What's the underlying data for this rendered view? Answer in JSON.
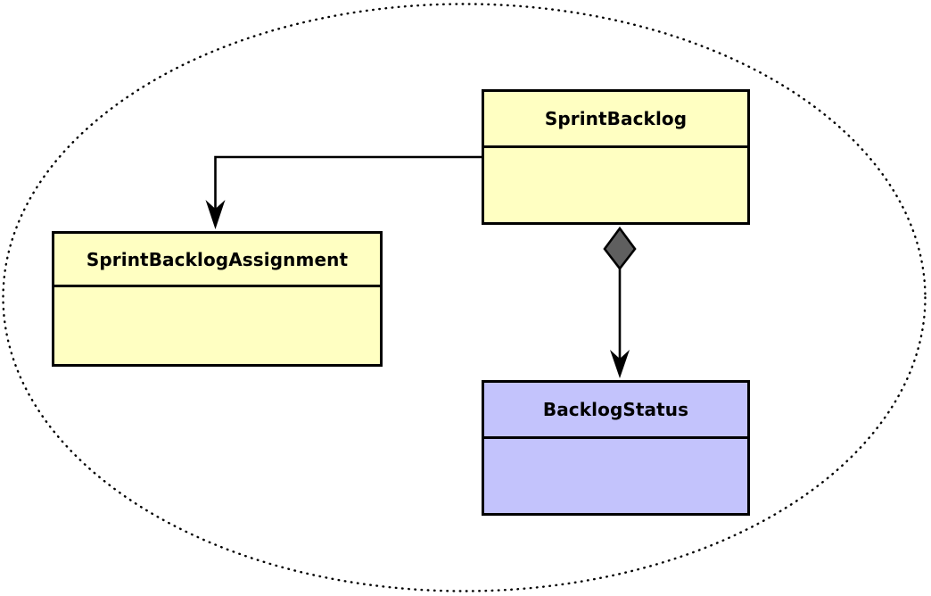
{
  "diagram": {
    "type": "uml-class-diagram",
    "title": "",
    "background_color": "#ffffff",
    "boundary": {
      "shape": "ellipse",
      "stroke_style": "dotted",
      "stroke_color": "#000000",
      "fill": "none",
      "label": ""
    },
    "colors": {
      "class_fill_yellow": "#ffffc2",
      "class_fill_purple": "#c3c3fc",
      "border": "#000000",
      "diamond_fill": "#5f5f5f",
      "edge_stroke": "#000000"
    },
    "classes": [
      {
        "id": "sprintbacklog",
        "name": "SprintBacklog",
        "fill": "#ffffc2",
        "attributes": [],
        "operations": []
      },
      {
        "id": "sprintbacklogassignment",
        "name": "SprintBacklogAssignment",
        "fill": "#ffffc2",
        "attributes": [],
        "operations": []
      },
      {
        "id": "backlogstatus",
        "name": "BacklogStatus",
        "fill": "#c3c3fc",
        "attributes": [],
        "operations": []
      }
    ],
    "relationships": [
      {
        "id": "edge-sprintbacklog-to-assignment",
        "from": "sprintbacklog",
        "to": "sprintbacklogassignment",
        "kind": "directed-association",
        "routing": "orthogonal",
        "source_marker": "none",
        "target_marker": "open-arrow",
        "label": ""
      },
      {
        "id": "edge-sprintbacklog-to-backlogstatus",
        "from": "sprintbacklog",
        "to": "backlogstatus",
        "kind": "composition",
        "routing": "straight",
        "source_marker": "filled-diamond",
        "target_marker": "filled-arrow",
        "label": ""
      }
    ]
  }
}
